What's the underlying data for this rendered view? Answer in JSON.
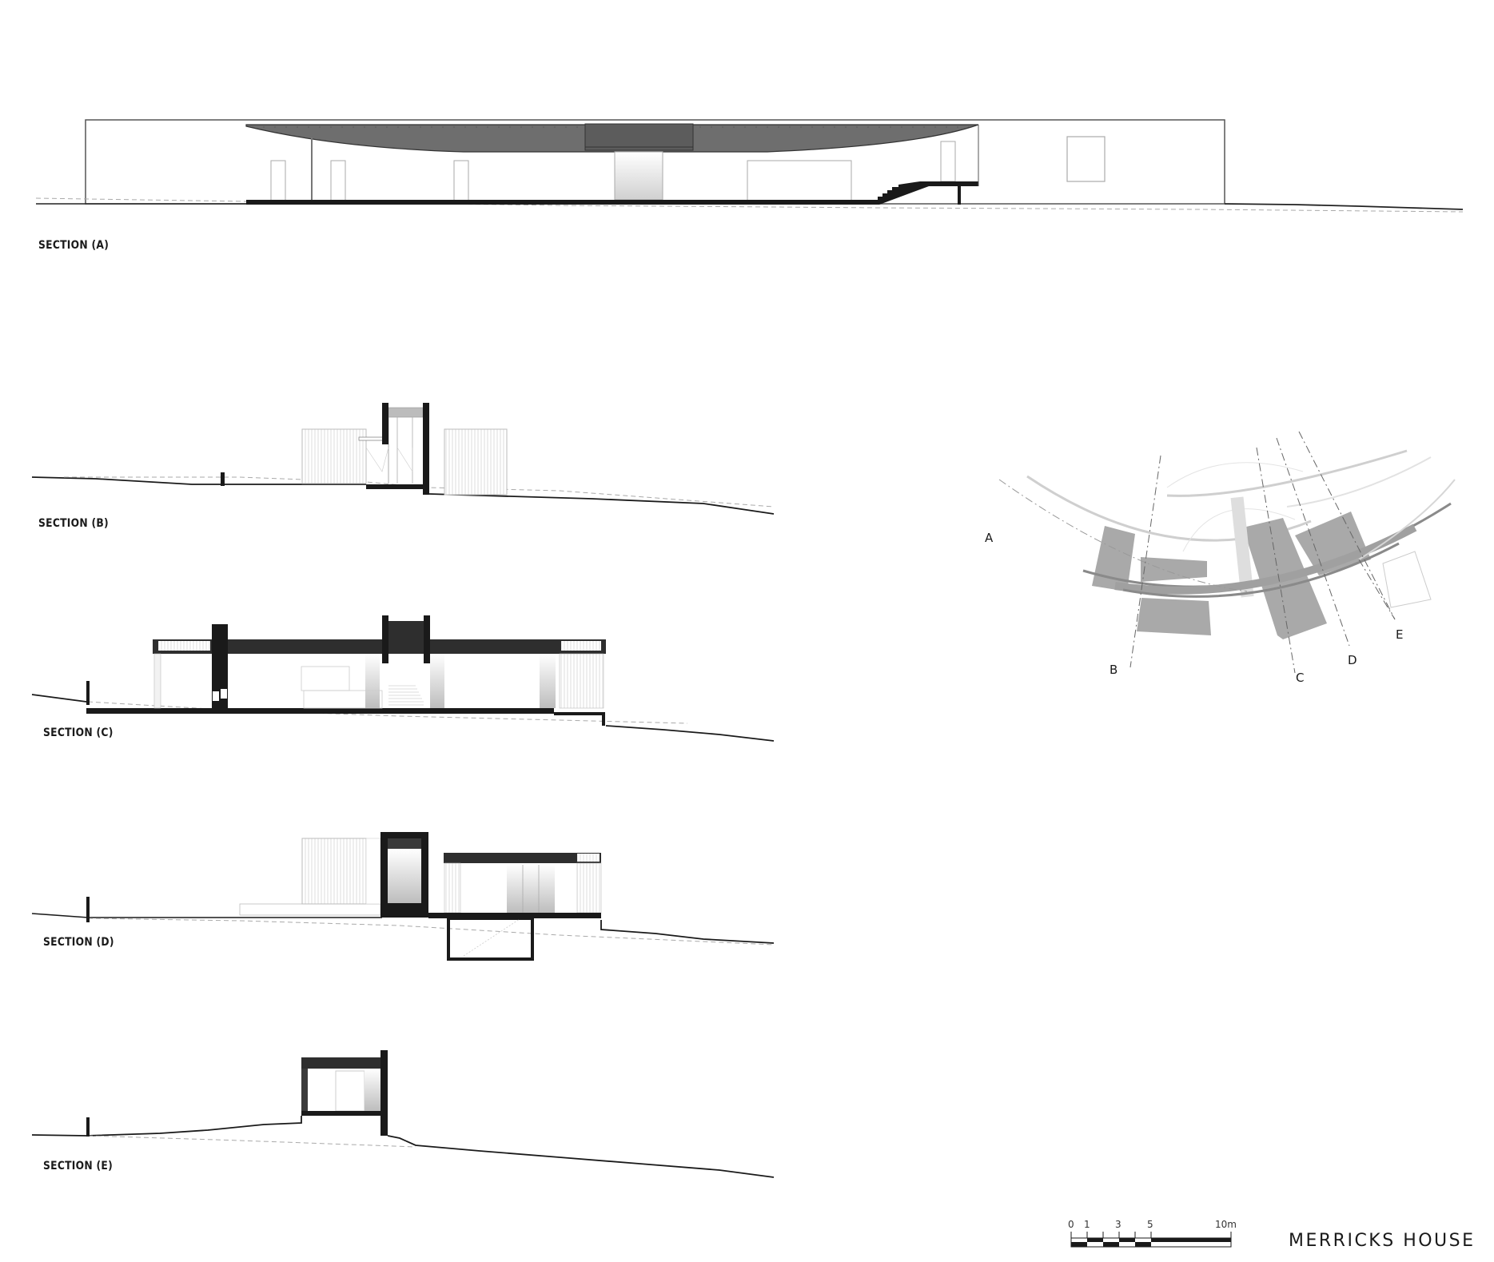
{
  "sheet": {
    "title": "MERRICKS HOUSE",
    "background": "#ffffff",
    "ink": "#1a1a1a",
    "roof_gray": "#6a6a6a",
    "plan_gray": "#a9a9a9"
  },
  "sections": [
    {
      "id": "A",
      "label": "SECTION (A)"
    },
    {
      "id": "B",
      "label": "SECTION (B)"
    },
    {
      "id": "C",
      "label": "SECTION (C)"
    },
    {
      "id": "D",
      "label": "SECTION (D)"
    },
    {
      "id": "E",
      "label": "SECTION (E)"
    }
  ],
  "key_plan": {
    "cut_labels": [
      "A",
      "B",
      "C",
      "D",
      "E"
    ]
  },
  "scale_bar": {
    "ticks": [
      "0",
      "1",
      "3",
      "5",
      "10m"
    ],
    "unit": "m"
  }
}
